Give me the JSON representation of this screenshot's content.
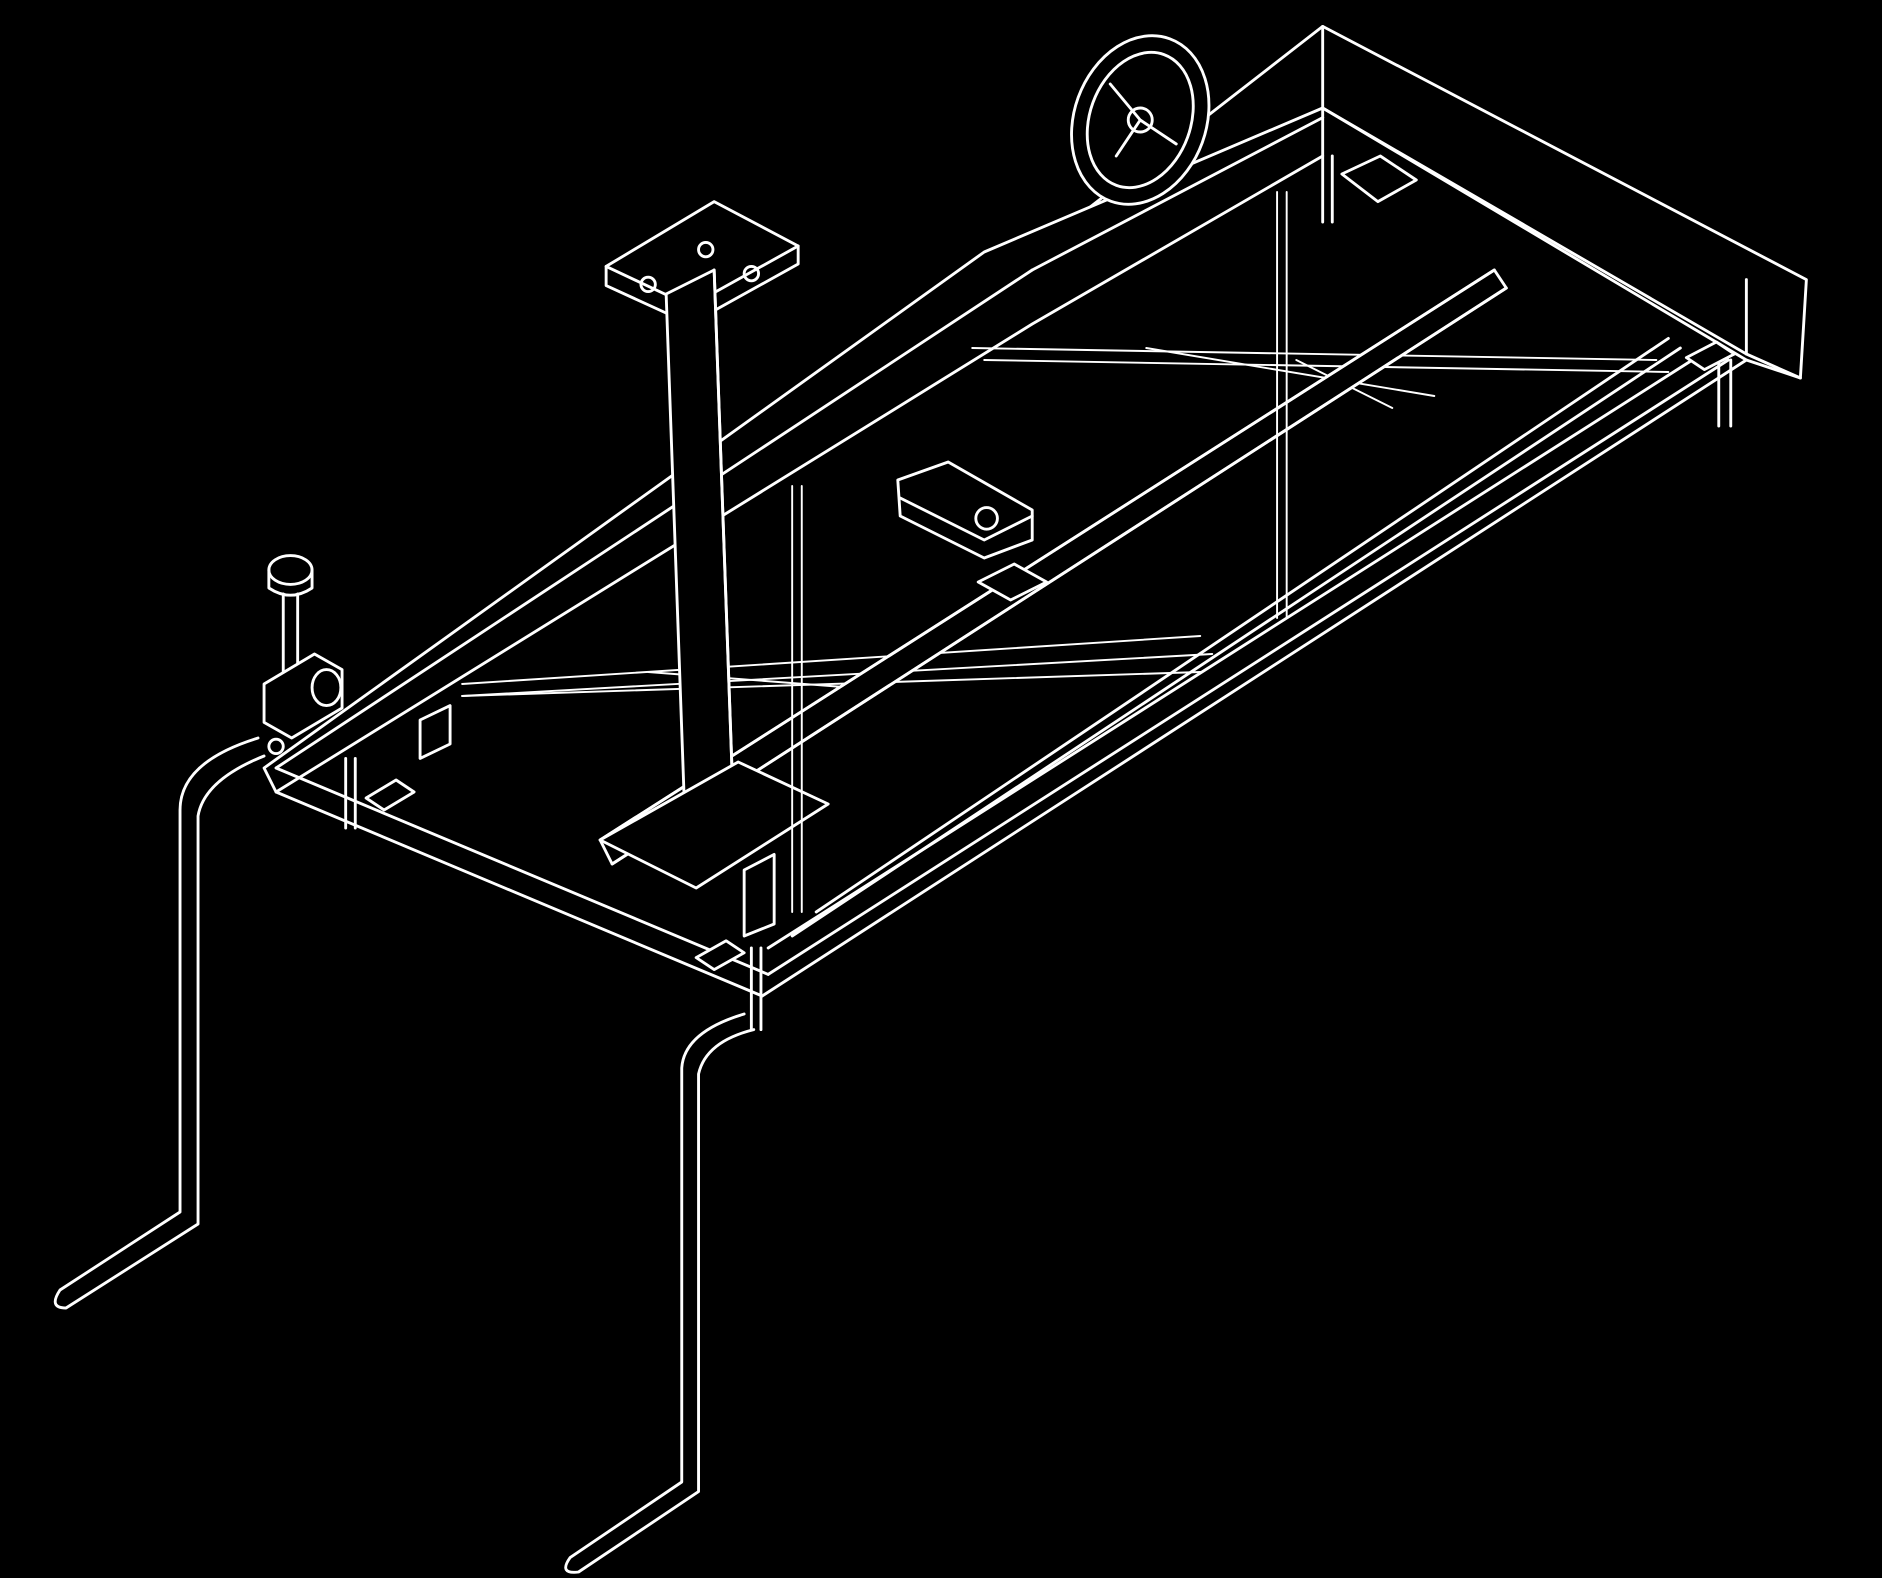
{
  "diagram": {
    "background": "#000000",
    "line_color": "#ffffff",
    "components": [
      "frame-top-box",
      "handwheel-icon",
      "vertical-post",
      "cross-beams",
      "guide-rails",
      "knob-bolt",
      "pipe-clamp",
      "left-crank-handle",
      "right-crank-handle"
    ]
  }
}
